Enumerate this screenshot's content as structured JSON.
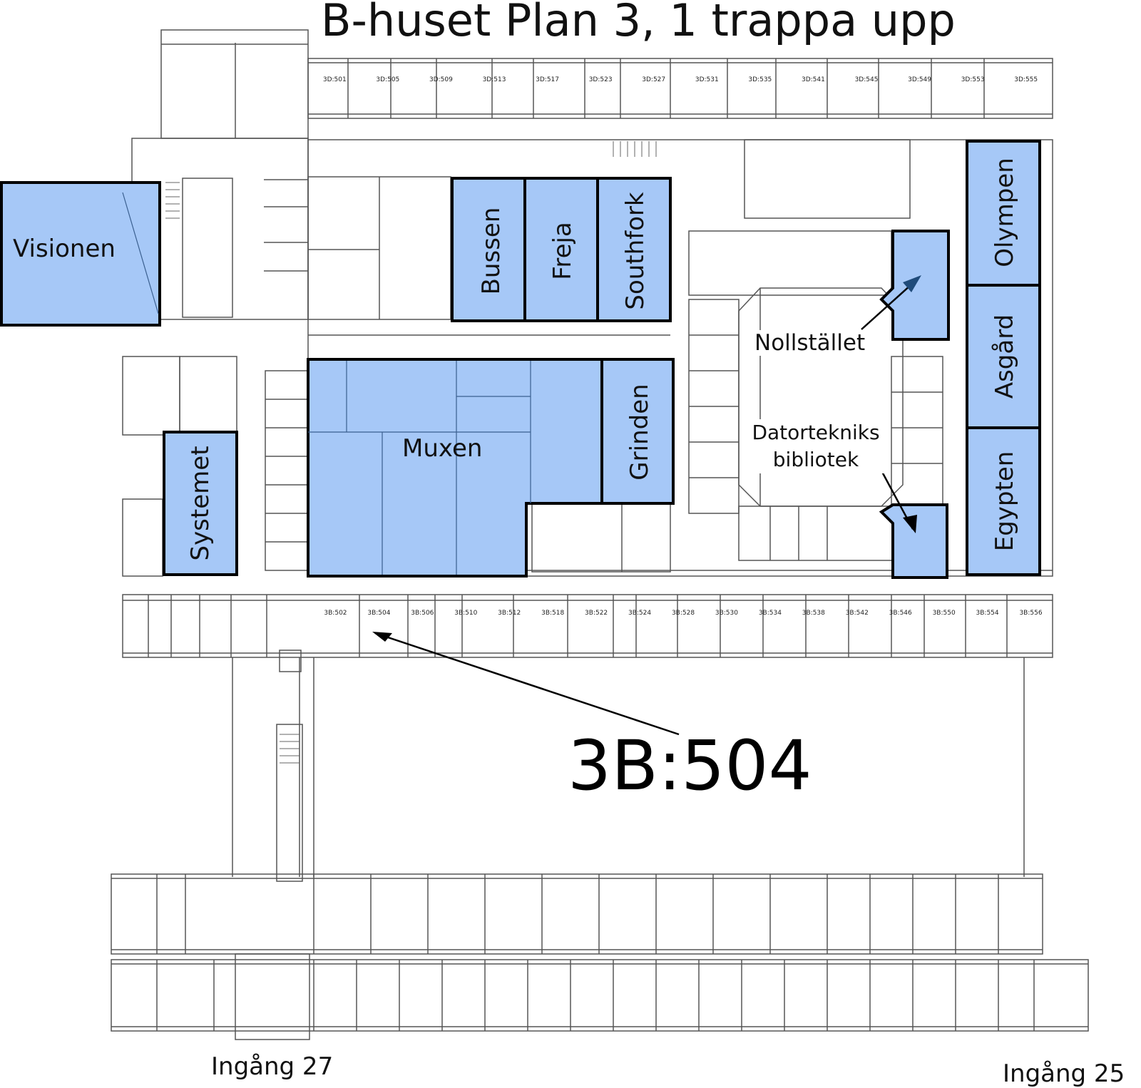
{
  "title": "B-huset Plan 3, 1 trappa upp",
  "highlight_color": "#a6c8f7",
  "rooms": {
    "visionen": "Visionen",
    "bussen": "Bussen",
    "freja": "Freja",
    "southfork": "Southfork",
    "olympen": "Olympen",
    "asgard": "Asgård",
    "egypten": "Egypten",
    "muxen": "Muxen",
    "grinden": "Grinden",
    "systemet": "Systemet"
  },
  "callouts": {
    "nollstallet": "Nollstället",
    "datortekniks_line1": "Datortekniks",
    "datortekniks_line2": "bibliotek",
    "room_3b504": "3B:504"
  },
  "entrances": {
    "ingang_27": "Ingång 27",
    "ingang_25": "Ingång 25"
  },
  "room_numbers_top": [
    "3D:501",
    "3D:505",
    "3D:509",
    "3D:513",
    "3D:517",
    "3D:523",
    "3D:527",
    "3D:531",
    "3D:535",
    "3D:541",
    "3D:545",
    "3D:549",
    "3D:553",
    "3D:555"
  ],
  "room_numbers_bottom": [
    "3B:502",
    "3B:504",
    "3B:506",
    "3B:510",
    "3B:512",
    "3B:518",
    "3B:522",
    "3B:524",
    "3B:528",
    "3B:530",
    "3B:534",
    "3B:538",
    "3B:542",
    "3B:546",
    "3B:550",
    "3B:554",
    "3B:556"
  ]
}
